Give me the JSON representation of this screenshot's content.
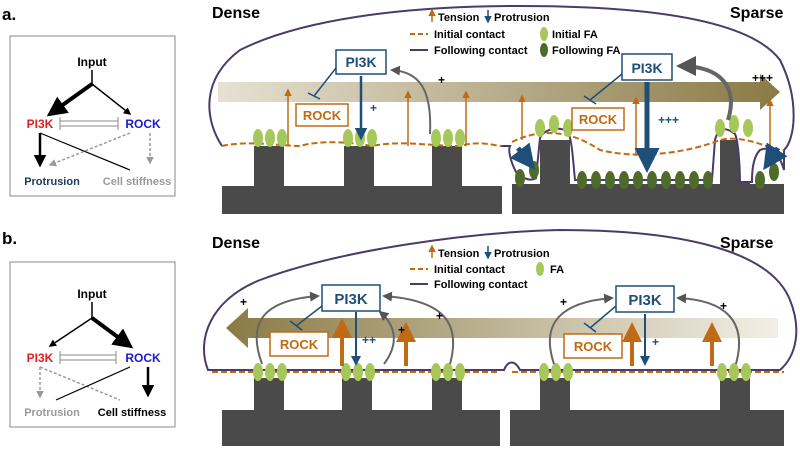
{
  "panel_a": {
    "label": "a.",
    "network": {
      "input": "Input",
      "pi3k": "PI3K",
      "rock": "ROCK",
      "protrusion": "Protrusion",
      "cell_stiffness": "Cell stiffness"
    },
    "dense_title": "Dense",
    "sparse_title": "Sparse",
    "legend": {
      "tension": "Tension",
      "protrusion": "Protrusion",
      "initial_contact": "Initial contact",
      "following_contact": "Following contact",
      "initial_fa": "Initial FA",
      "following_fa": "Following FA"
    },
    "dense": {
      "pi3k": "PI3K",
      "rock": "ROCK",
      "feedback_sign": "+",
      "protrusion_sign": "+"
    },
    "sparse": {
      "pi3k": "PI3K",
      "rock": "ROCK",
      "feedback_sign": "+++",
      "protrusion_sign": "+++"
    }
  },
  "panel_b": {
    "label": "b.",
    "network": {
      "input": "Input",
      "pi3k": "PI3K",
      "rock": "ROCK",
      "protrusion": "Protrusion",
      "cell_stiffness": "Cell stiffness"
    },
    "dense_title": "Dense",
    "sparse_title": "Sparse",
    "legend": {
      "tension": "Tension",
      "protrusion": "Protrusion",
      "initial_contact": "Initial contact",
      "following_contact": "Following contact",
      "fa": "FA"
    },
    "dense": {
      "pi3k": "PI3K",
      "rock": "ROCK",
      "protrusion_sign": "++",
      "plus": "+"
    },
    "sparse": {
      "pi3k": "PI3K",
      "rock": "ROCK",
      "protrusion_sign": "+",
      "plus": "+"
    }
  },
  "colors": {
    "pi3k_red": "#e02020",
    "rock_blue": "#1a1ad0",
    "navy": "#1f4e79",
    "tension_brown": "#c06a14",
    "membrane_purple": "#4a3b6b",
    "pillar_gray": "#4a4a4a",
    "fa_light_green": "#a6c85a",
    "fa_dark_green": "#4f6b2a"
  }
}
